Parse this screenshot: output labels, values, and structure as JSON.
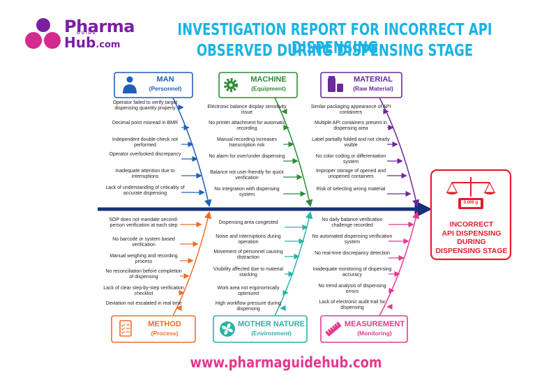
{
  "logo": {
    "brand_top": "Pharma",
    "brand_mid": "GUIDE",
    "brand_bottom": "Hub",
    "brand_tld": ".com"
  },
  "title_line1": "INVESTIGATION REPORT FOR INCORRECT API DISPENSING",
  "title_line2": "OBSERVED DURING DISPENSING STAGE",
  "footer": "www.pharmaguidehub.com",
  "colors": {
    "man": "#1f5fb8",
    "machine": "#2e8b3a",
    "material": "#6a2a9a",
    "method": "#f26b2a",
    "mother": "#2ab3a6",
    "measurement": "#e4398f",
    "effect": "#e0202b",
    "spine": "#17307a",
    "title": "#18b4e6"
  },
  "effect": {
    "line1": "INCORRECT",
    "line2": "API DISPENSING",
    "line3": "DURING",
    "line4": "DISPENSING STAGE",
    "scale_reading": "0.000 g",
    "icon": "balance-scale-icon"
  },
  "categories": {
    "man": {
      "title": "MAN",
      "subtitle": "(Personnel)",
      "icon": "person-icon",
      "causes": [
        "Operator failed to verify target dispensing quantity properly",
        "Decimal point misread in BMR",
        "Independent double-check not performed",
        "Operator overlooked discrepancy",
        "Inadequate attention due to interruptions",
        "Lack of understanding of criticality of accurate dispensing"
      ]
    },
    "machine": {
      "title": "MACHINE",
      "subtitle": "(Equipment)",
      "icon": "gear-icon",
      "causes": [
        "Electronic balance display sensitivity issue",
        "No printer attachment for automatic recording",
        "Manual recording increases transcription risk",
        "No alarm for over/under dispensing",
        "Balance not user-friendly for quick verification",
        "No integration with dispensing system"
      ]
    },
    "material": {
      "title": "MATERIAL",
      "subtitle": "(Raw Material)",
      "icon": "containers-icon",
      "causes": [
        "Similar packaging appearance of API containers",
        "Multiple API containers present in dispensing area",
        "Label partially folded and not clearly visible",
        "No color coding or differentiation system",
        "Improper storage of opened and unopened containers",
        "Risk of selecting wrong material"
      ]
    },
    "method": {
      "title": "METHOD",
      "subtitle": "(Process)",
      "icon": "checklist-icon",
      "causes": [
        "SOP does not mandate second-person verification at each step",
        "No barcode or system based verification",
        "Manual weighing and recording process",
        "No reconciliation before completion of dispensing",
        "Lack of clear step-by-step verification checklist",
        "Deviation not escalated in real time"
      ]
    },
    "mother": {
      "title": "MOTHER NATURE",
      "subtitle": "(Environment)",
      "icon": "fan-icon",
      "causes": [
        "Dispensing area congested",
        "Noise and interruptions during operation",
        "Movement of personnel causing distraction",
        "Visibility affected due to material stacking",
        "Work area not ergonomically optimized",
        "High workflow pressure during dispensing"
      ]
    },
    "measurement": {
      "title": "MEASUREMENT",
      "subtitle": "(Monitoring)",
      "icon": "ruler-icon",
      "causes": [
        "No daily balance verification challenge recorded",
        "No automated dispensing verification system",
        "No real-time discrepancy detection",
        "Inadequate monitoring of dispensing accuracy",
        "No trend analysis of dispensing errors",
        "Lack of electronic audit trail for dispensing"
      ]
    }
  }
}
